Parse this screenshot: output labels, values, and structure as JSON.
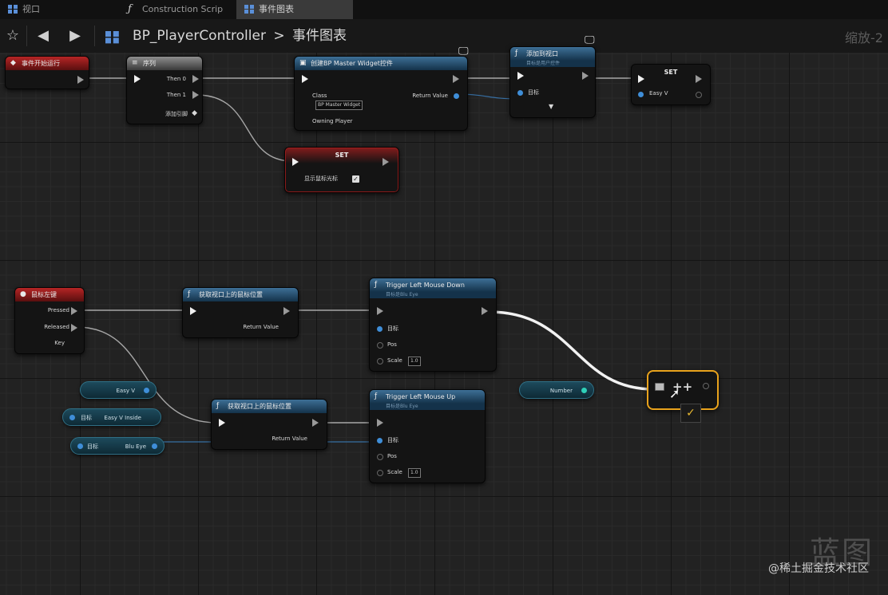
{
  "tabs": [
    {
      "label": "视口",
      "icon": "viewport-grid-icon",
      "active": false
    },
    {
      "label": "Construction Scrip",
      "icon": "function-icon",
      "active": false
    },
    {
      "label": "事件图表",
      "icon": "event-graph-grid-icon",
      "active": true
    }
  ],
  "toolbar": {
    "breadcrumb_root": "BP_PlayerController",
    "breadcrumb_separator": ">",
    "breadcrumb_current": "事件图表",
    "zoom": "缩放-2"
  },
  "nodes": {
    "begin_play": {
      "title": "事件开始运行"
    },
    "sequence": {
      "title": "序列",
      "then0": "Then 0",
      "then1": "Then 1",
      "add_pin": "添加引脚"
    },
    "create_widget": {
      "title": "创建BP Master Widget控件",
      "class_label": "Class",
      "class_value": "BP Master Widget",
      "return_label": "Return Value",
      "owning_label": "Owning Player"
    },
    "add_viewport": {
      "title": "添加到视口",
      "subtitle": "目标是用户控件",
      "target_label": "目标"
    },
    "set_easy": {
      "title": "SET",
      "var_label": "Easy V"
    },
    "set_cursor": {
      "title": "SET",
      "var_label": "显示鼠标光标"
    },
    "mouse_left": {
      "title": "鼠标左键",
      "pressed": "Pressed",
      "released": "Released",
      "key": "Key"
    },
    "get_mouse1": {
      "title": "获取视口上的鼠标位置",
      "return_label": "Return Value"
    },
    "get_mouse2": {
      "title": "获取视口上的鼠标位置",
      "return_label": "Return Value"
    },
    "trigger_down": {
      "title": "Trigger Left Mouse Down",
      "subtitle": "目标是Blu Eye",
      "target_label": "目标",
      "pos_label": "Pos",
      "scale_label": "Scale",
      "scale_value": "1.0"
    },
    "trigger_up": {
      "title": "Trigger Left Mouse Up",
      "subtitle": "目标是Blu Eye",
      "target_label": "目标",
      "pos_label": "Pos",
      "scale_label": "Scale",
      "scale_value": "1.0"
    },
    "increment": {
      "title": "++"
    }
  },
  "variables": {
    "easy_v": "Easy V",
    "easy_v_inside_target": "目标",
    "easy_v_inside": "Easy V Inside",
    "blu_eye_target": "目标",
    "blu_eye": "Blu Eye",
    "number": "Number"
  },
  "watermark": {
    "logo": "蓝图",
    "text": "@稀土掘金技术社区"
  },
  "colors": {
    "exec_wire": "#d9d9d9",
    "data_wire_blue": "#3f8ed8",
    "selected_node": "#e8a21c",
    "event_header": "#b62525",
    "function_header": "#3d6f96"
  }
}
